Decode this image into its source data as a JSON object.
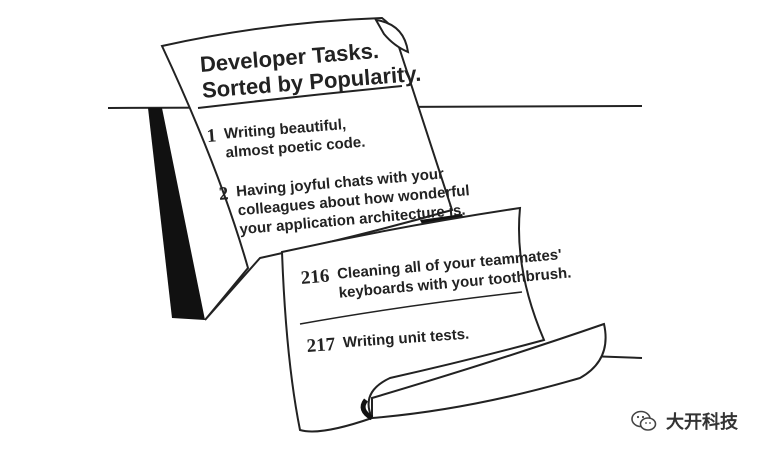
{
  "list": {
    "title_line1": "Developer Tasks.",
    "title_line2": "Sorted by Popularity.",
    "items": [
      {
        "number": "1",
        "lines": [
          "Writing beautiful,",
          "almost poetic code."
        ]
      },
      {
        "number": "2",
        "lines": [
          "Having joyful chats with your",
          "colleagues about how wonderful",
          "your application architecture is."
        ]
      },
      {
        "number": "216",
        "lines": [
          "Cleaning all of your teammates'",
          "keyboards with your toothbrush."
        ]
      },
      {
        "number": "217",
        "lines": [
          "Writing unit tests."
        ]
      }
    ]
  },
  "watermark": {
    "icon": "wechat-icon",
    "label": "大开科技"
  },
  "colors": {
    "ink": "#222222",
    "paper": "#ffffff",
    "shadow": "#111111"
  }
}
